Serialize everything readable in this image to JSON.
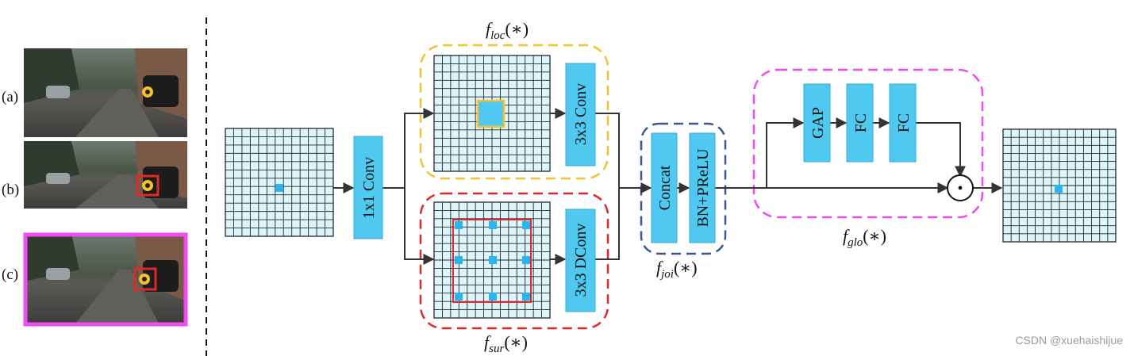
{
  "panel_labels": [
    "(a)",
    "(b)",
    "(c)"
  ],
  "modules": {
    "conv1": "1x1 Conv",
    "conv3": "3x3 Conv",
    "dconv3": "3x3 DConv",
    "concat": "Concat",
    "bnprelu": "BN+PReLU",
    "gap": "GAP",
    "fc1": "FC",
    "fc2": "FC"
  },
  "functions": {
    "loc": {
      "base": "f",
      "sub": "loc",
      "arg": "(∗)"
    },
    "sur": {
      "base": "f",
      "sub": "sur",
      "arg": "(∗)"
    },
    "joi": {
      "base": "f",
      "sub": "joi",
      "arg": "(∗)"
    },
    "glo": {
      "base": "f",
      "sub": "glo",
      "arg": "(∗)"
    }
  },
  "operator_symbol": "•",
  "watermark": "CSDN @xuehaishijue",
  "colors": {
    "module_fill": "#4fc9f0",
    "grid_fill": "#dff4f8",
    "cell_highlight": "#29b6f0",
    "loc_border": "#f2c12e",
    "sur_border": "#e02828",
    "joi_border": "#3a5796",
    "glo_border": "#f04bf0",
    "image_frame": "#f04bf0"
  }
}
